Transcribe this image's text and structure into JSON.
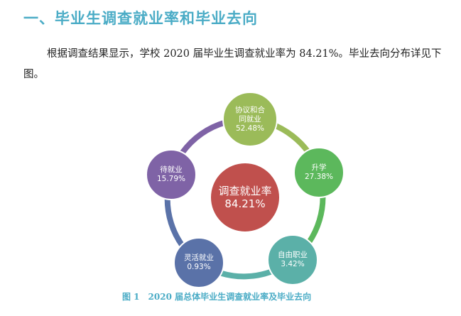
{
  "heading": "一、毕业生调查就业率和毕业去向",
  "paragraph": "根据调查结果显示，学校 2020 届毕业生调查就业率为 84.21%。毕业去向分布详见下图。",
  "figure": {
    "caption": "图 1　2020 届总体毕业生调查就业率及毕业去向",
    "center": {
      "label": "调查就业率",
      "value": "84.21%",
      "color": "#c0504d"
    },
    "nodes": [
      {
        "label1": "协议和合",
        "label2": "同就业",
        "value": "52.48%",
        "color": "#9bbb59"
      },
      {
        "label1": "升学",
        "label2": "",
        "value": "27.38%",
        "color": "#5cb85c"
      },
      {
        "label1": "自由职业",
        "label2": "",
        "value": "3.42%",
        "color": "#5bb0a8"
      },
      {
        "label1": "灵活就业",
        "label2": "",
        "value": "0.93%",
        "color": "#5a72a8"
      },
      {
        "label1": "待就业",
        "label2": "",
        "value": "15.79%",
        "color": "#7f63a6"
      }
    ]
  }
}
